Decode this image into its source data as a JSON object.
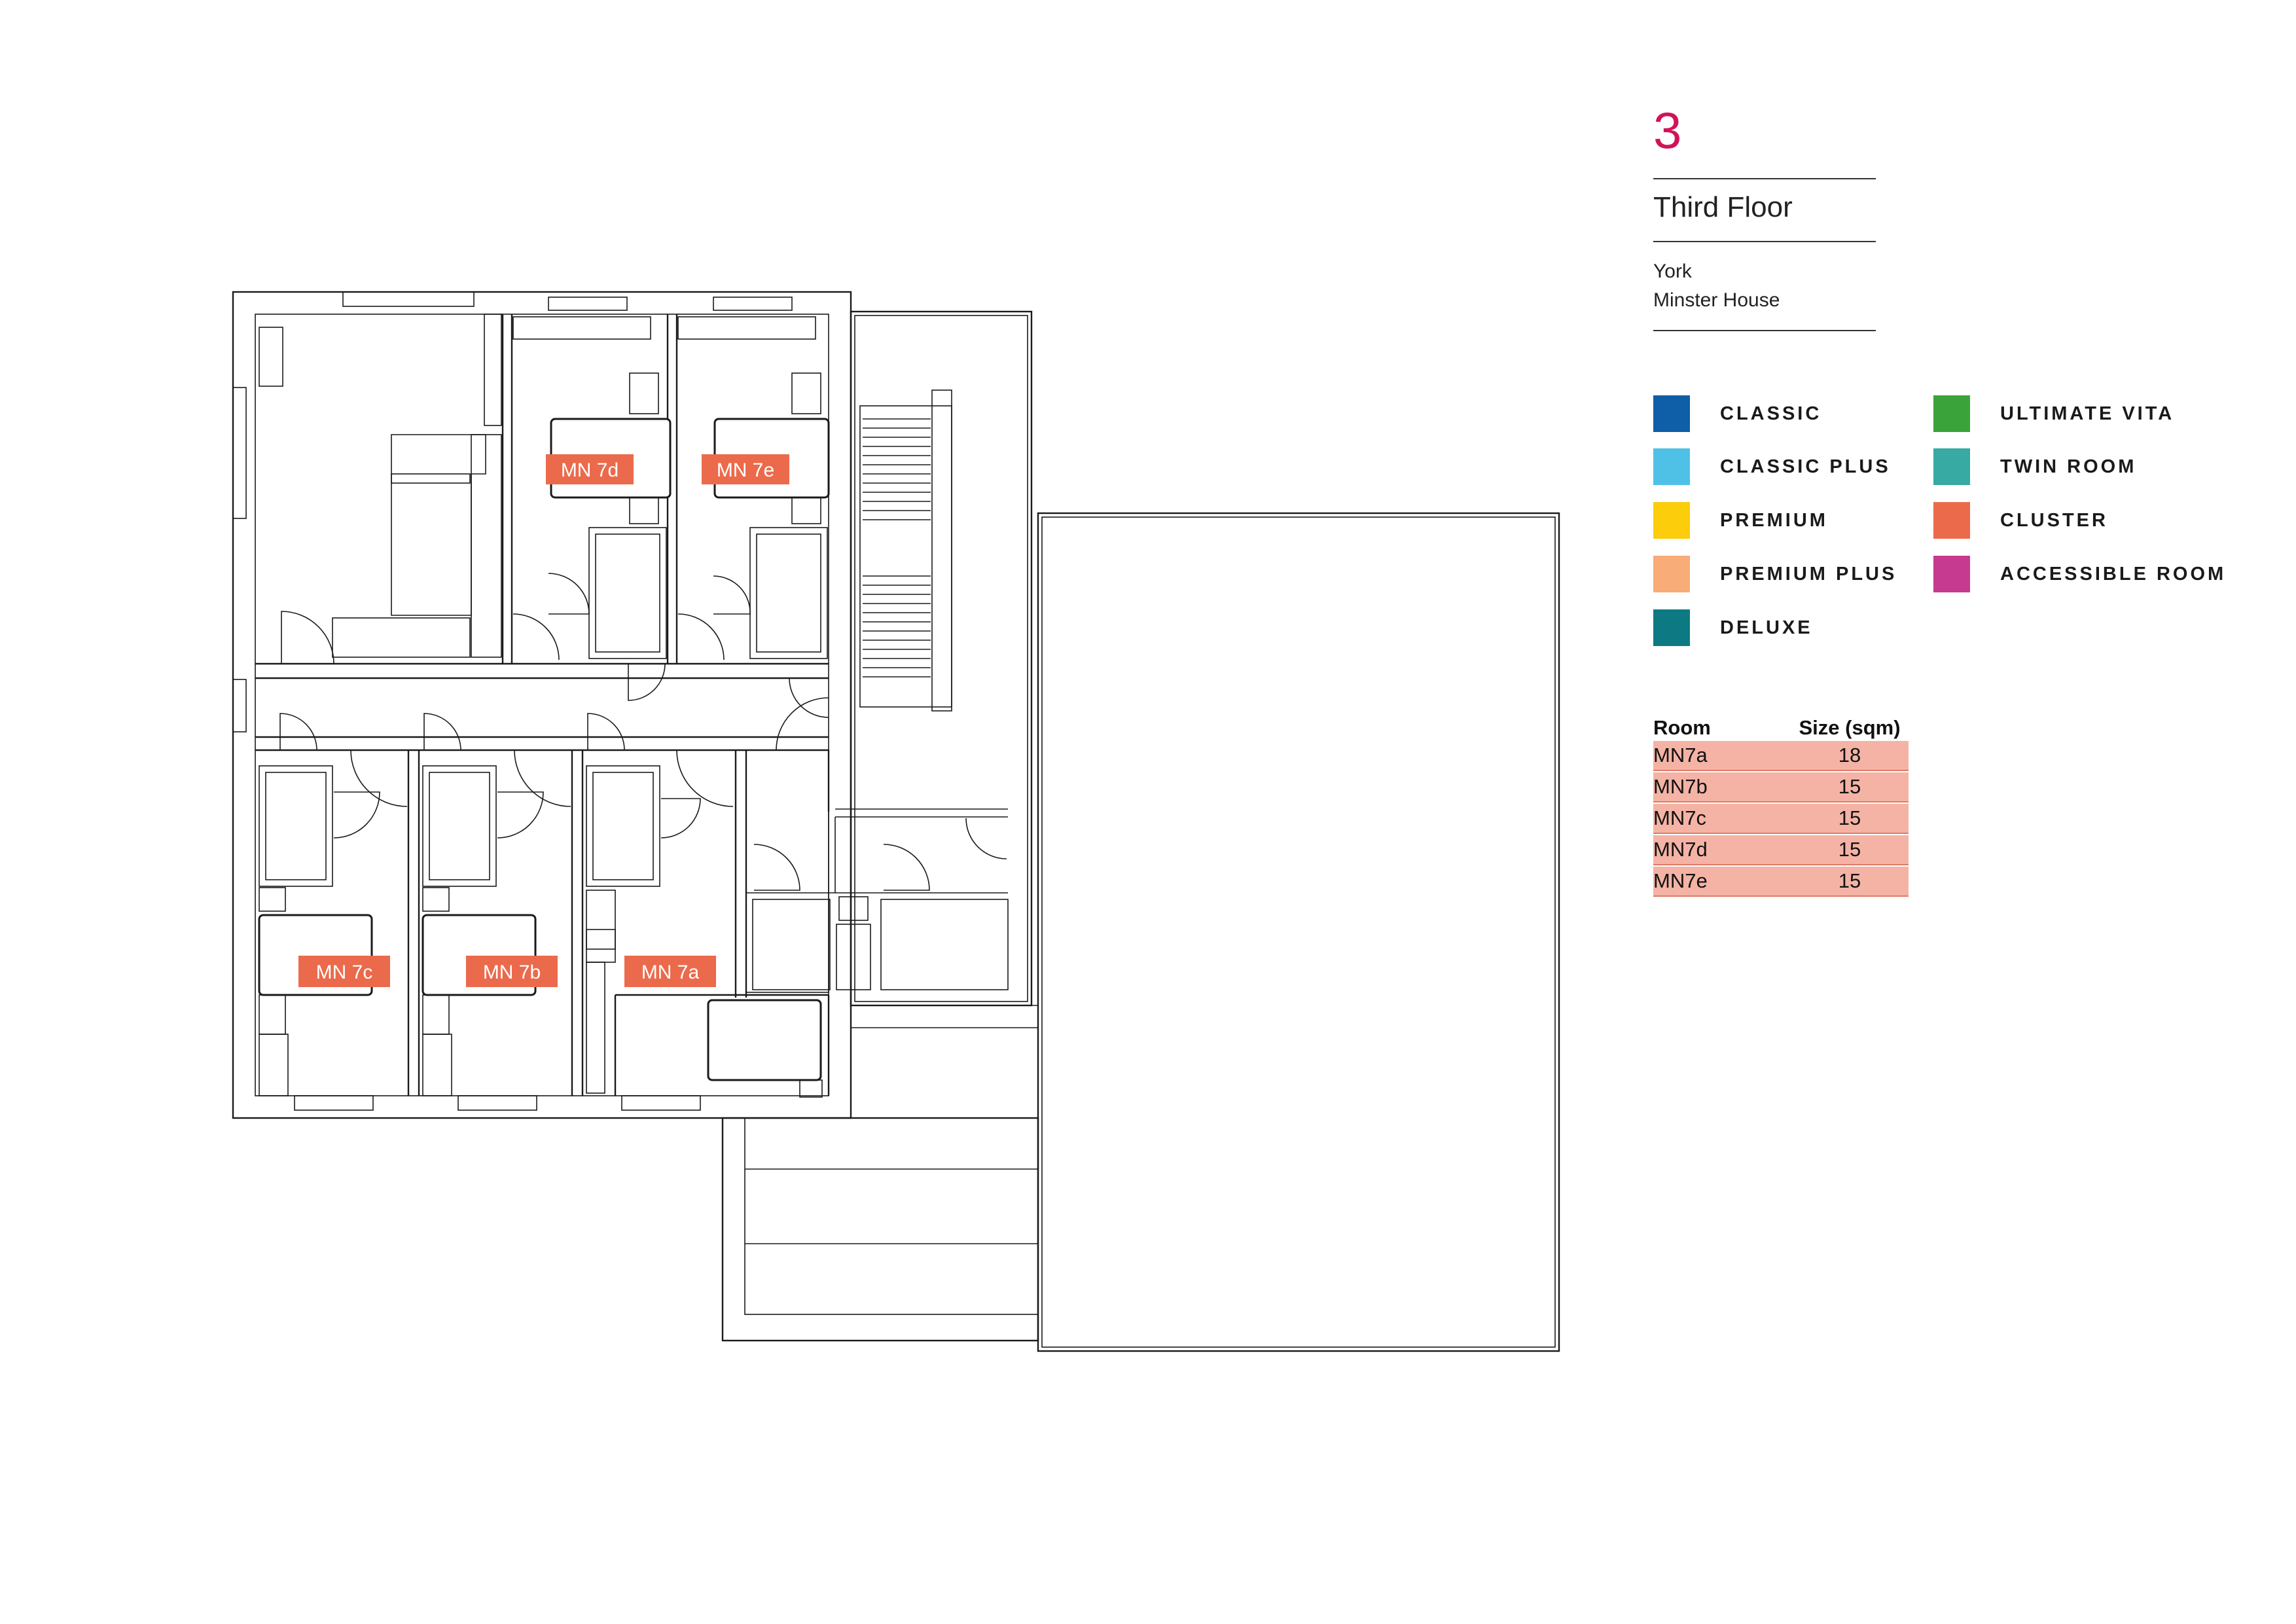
{
  "floor": {
    "number": "3",
    "name": "Third Floor",
    "address_line1": "York",
    "address_line2": "Minster House"
  },
  "legend": [
    {
      "label": "CLASSIC",
      "color": "#0f5ea8"
    },
    {
      "label": "CLASSIC PLUS",
      "color": "#4fc1e6"
    },
    {
      "label": "PREMIUM",
      "color": "#fbcd0a"
    },
    {
      "label": "PREMIUM PLUS",
      "color": "#f8ac77"
    },
    {
      "label": "DELUXE",
      "color": "#0d7a83"
    },
    {
      "label": "ULTIMATE VITA",
      "color": "#3aa43a"
    },
    {
      "label": "TWIN ROOM",
      "color": "#36aaa3"
    },
    {
      "label": "CLUSTER",
      "color": "#eb6a4b"
    },
    {
      "label": "ACCESSIBLE ROOM",
      "color": "#c63a90"
    }
  ],
  "table": {
    "header": {
      "room": "Room",
      "size": "Size (sqm)"
    },
    "rows": [
      {
        "room": "MN7a",
        "size": "18"
      },
      {
        "room": "MN7b",
        "size": "15"
      },
      {
        "room": "MN7c",
        "size": "15"
      },
      {
        "room": "MN7d",
        "size": "15"
      },
      {
        "room": "MN7e",
        "size": "15"
      }
    ]
  },
  "plan_labels": {
    "mn7d": "MN 7d",
    "mn7e": "MN 7e",
    "mn7c": "MN 7c",
    "mn7b": "MN 7b",
    "mn7a": "MN 7a"
  },
  "colors": {
    "accent": "#d1135a",
    "room_tag": "#eb6a4b",
    "table_row": "#f4b3a5"
  }
}
